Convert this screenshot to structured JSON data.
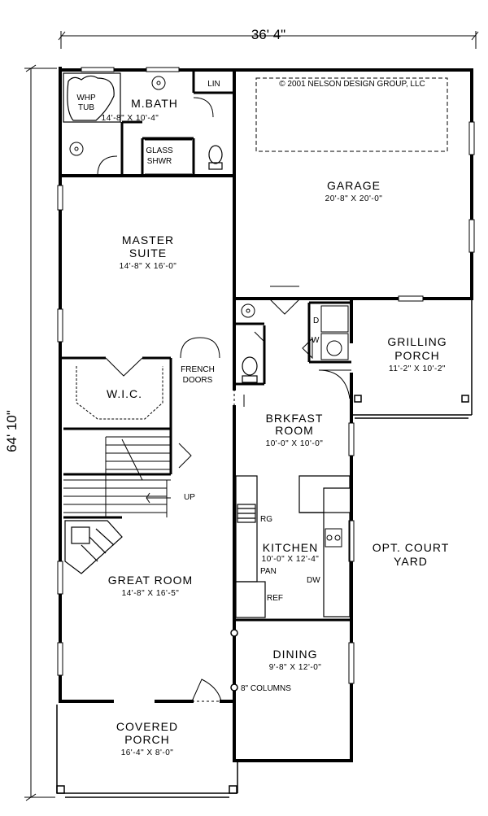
{
  "overall": {
    "width_dim": "36' 4\"",
    "depth_dim": "64' 10\""
  },
  "copyright": "© 2001 NELSON DESIGN GROUP, LLC",
  "rooms": {
    "m_bath": {
      "name": "M.BATH",
      "dim": "14'-8\" X 10'-4\""
    },
    "whp_tub": {
      "line1": "WHP",
      "line2": "TUB"
    },
    "lin": "LIN",
    "glass_shwr": {
      "line1": "GLASS",
      "line2": "SHWR"
    },
    "garage": {
      "name": "GARAGE",
      "dim": "20'-8\" X 20'-0\""
    },
    "master": {
      "line1": "MASTER",
      "line2": "SUITE",
      "dim": "14'-8\" X 16'-0\""
    },
    "wic": "W.I.C.",
    "french_doors": {
      "line1": "FRENCH",
      "line2": "DOORS"
    },
    "grilling": {
      "line1": "GRILLING",
      "line2": "PORCH",
      "dim": "11'-2\" X 10'-2\""
    },
    "brkfast": {
      "line1": "BRKFAST",
      "line2": "ROOM",
      "dim": "10'-0\" X 10'-0\""
    },
    "up": "UP",
    "kitchen": {
      "name": "KITCHEN",
      "dim": "10'-0\" X 12'-4\""
    },
    "rg": "RG",
    "pan": "PAN",
    "dw": "DW",
    "ref": "REF",
    "d": "D",
    "w": "W",
    "court": {
      "line1": "OPT. COURT",
      "line2": "YARD"
    },
    "great": {
      "name": "GREAT ROOM",
      "dim": "14'-8\" X 16'-5\""
    },
    "dining": {
      "name": "DINING",
      "dim": "9'-8\" X 12'-0\""
    },
    "columns": "8\" COLUMNS",
    "porch": {
      "line1": "COVERED",
      "line2": "PORCH",
      "dim": "16'-4\" X 8'-0\""
    }
  }
}
